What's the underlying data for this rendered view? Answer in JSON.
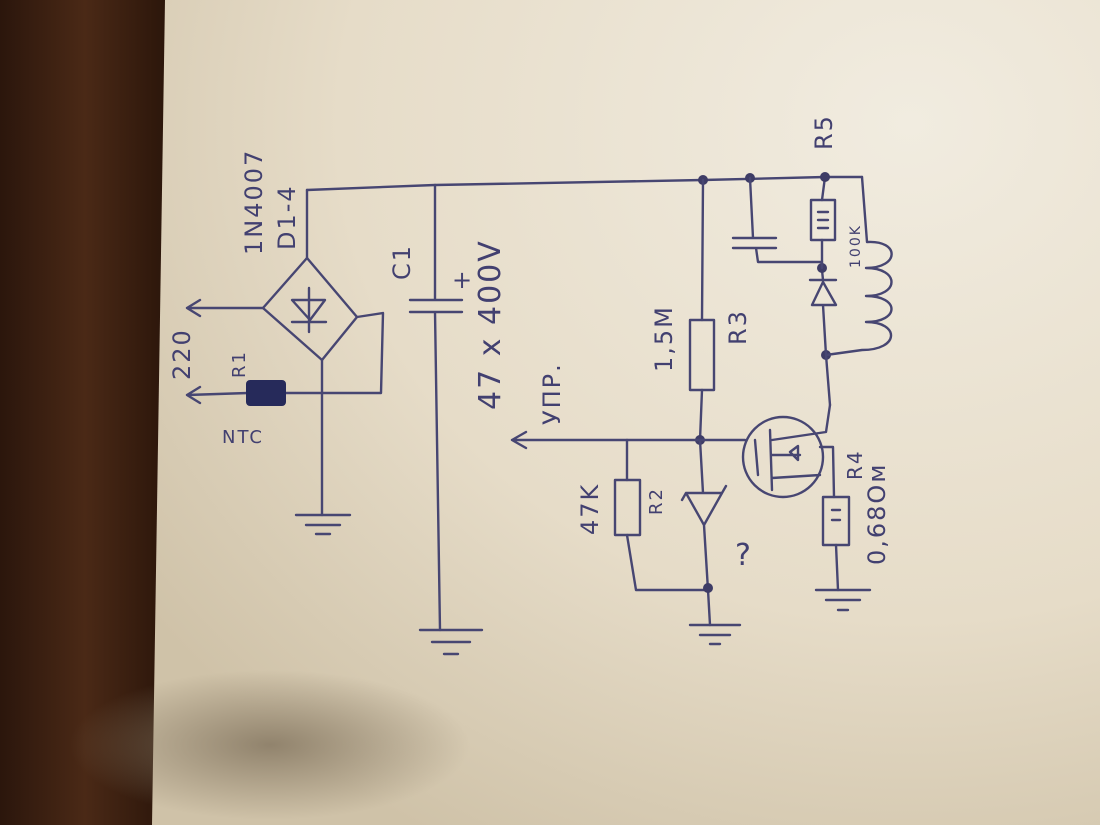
{
  "schematic": {
    "bridge": {
      "part": "1N4007",
      "ref": "D1-4"
    },
    "mains": {
      "label": "220"
    },
    "ntc": {
      "ref": "R1",
      "type": "NTC"
    },
    "c1": {
      "ref": "C1",
      "polarity": "+",
      "value": "47 x 400V"
    },
    "r3": {
      "value": "1,5M",
      "ref": "R3"
    },
    "control": {
      "label": "УПР."
    },
    "r2": {
      "value": "47K",
      "ref": "R2"
    },
    "zener": {
      "note": "?"
    },
    "r4": {
      "ref": "R4",
      "value": "0,68Ом"
    },
    "r5": {
      "ref": "R5",
      "value": "100K"
    }
  },
  "colors": {
    "ink": "#474672",
    "paper": "#e9e2d2",
    "wood": "#3a1f12"
  }
}
